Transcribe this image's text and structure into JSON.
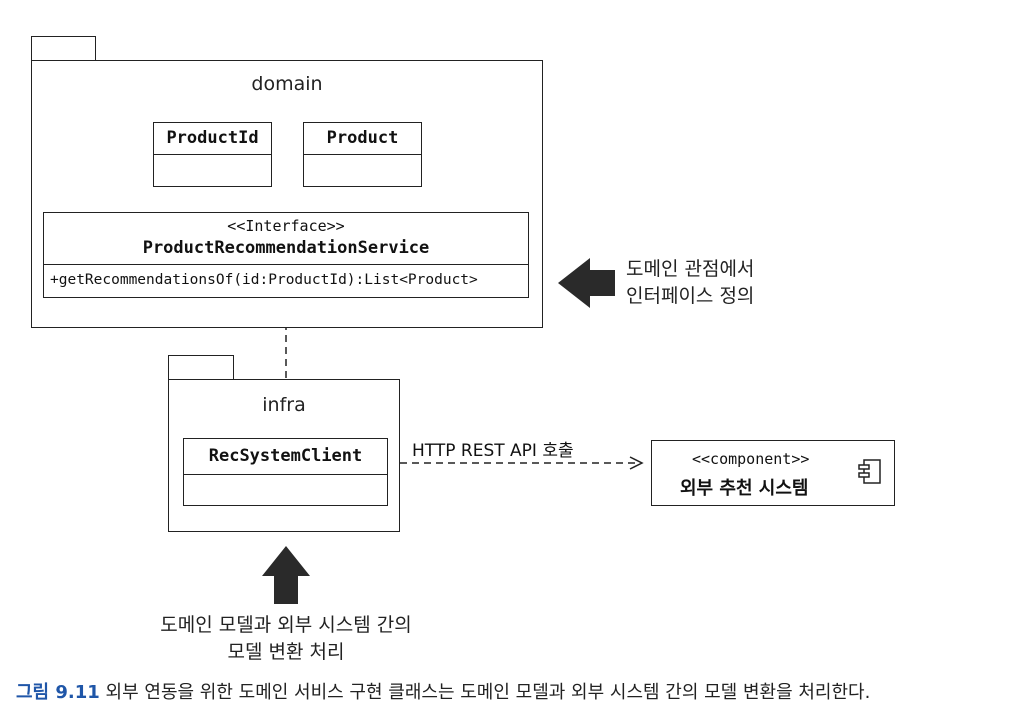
{
  "domain_package": {
    "name": "domain",
    "classes": [
      {
        "name": "ProductId"
      },
      {
        "name": "Product"
      }
    ],
    "interface": {
      "stereotype": "<<Interface>>",
      "name": "ProductRecommendationService",
      "operation": "+getRecommendationsOf(id:ProductId):List<Product>"
    }
  },
  "infra_package": {
    "name": "infra",
    "class": {
      "name": "RecSystemClient"
    }
  },
  "external_component": {
    "stereotype": "<<component>>",
    "name": "외부 추천 시스템",
    "icon": "component-icon"
  },
  "call_label": "HTTP REST API 호출",
  "annotations": {
    "interface_note": [
      "도메인 관점에서",
      "인터페이스 정의"
    ],
    "client_note": [
      "도메인 모델과 외부 시스템 간의",
      "모델 변환 처리"
    ]
  },
  "caption": {
    "figure": "그림 9.11",
    "text": "외부 연동을 위한 도메인 서비스 구현 클래스는 도메인 모델과 외부 시스템 간의 모델 변환을 처리한다."
  },
  "colors": {
    "caption_accent": "#1f56a8",
    "arrow_fill": "#2a2a2a",
    "line": "#222222"
  }
}
